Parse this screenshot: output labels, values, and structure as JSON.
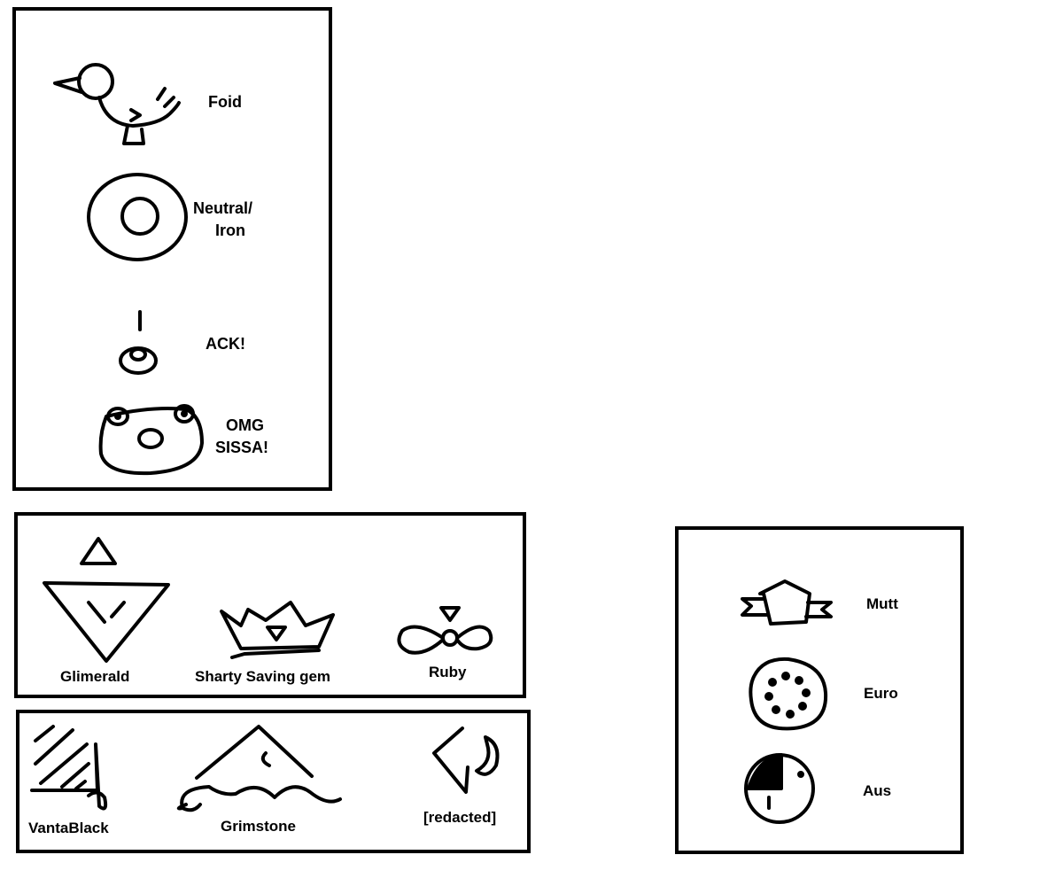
{
  "colors": {
    "ink": "#000000",
    "background": "#ffffff"
  },
  "panel_roles": {
    "items": [
      {
        "label": "Foid",
        "icon": "bird-icon"
      },
      {
        "label": "Neutral/",
        "label2": "Iron",
        "icon": "ring-icon"
      },
      {
        "label": "ACK!",
        "icon": "drop-icon"
      },
      {
        "label": "OMG",
        "label2": "SISSA!",
        "icon": "face-icon"
      }
    ]
  },
  "panel_gems": {
    "items": [
      {
        "label": "Glimerald",
        "icon": "triangle-gem-icon"
      },
      {
        "label": "Sharty Saving gem",
        "icon": "crown-icon"
      },
      {
        "label": "Ruby",
        "icon": "propeller-icon"
      }
    ]
  },
  "panel_stones": {
    "items": [
      {
        "label": "VantaBlack",
        "icon": "hatched-square-icon"
      },
      {
        "label": "Grimstone",
        "icon": "mountain-icon"
      },
      {
        "label": "[redacted]",
        "icon": "coal-icon"
      }
    ]
  },
  "panel_regions": {
    "items": [
      {
        "label": "Mutt",
        "icon": "banner-badge-icon"
      },
      {
        "label": "Euro",
        "icon": "stars-circle-icon"
      },
      {
        "label": "Aus",
        "icon": "quartered-circle-icon"
      }
    ]
  }
}
